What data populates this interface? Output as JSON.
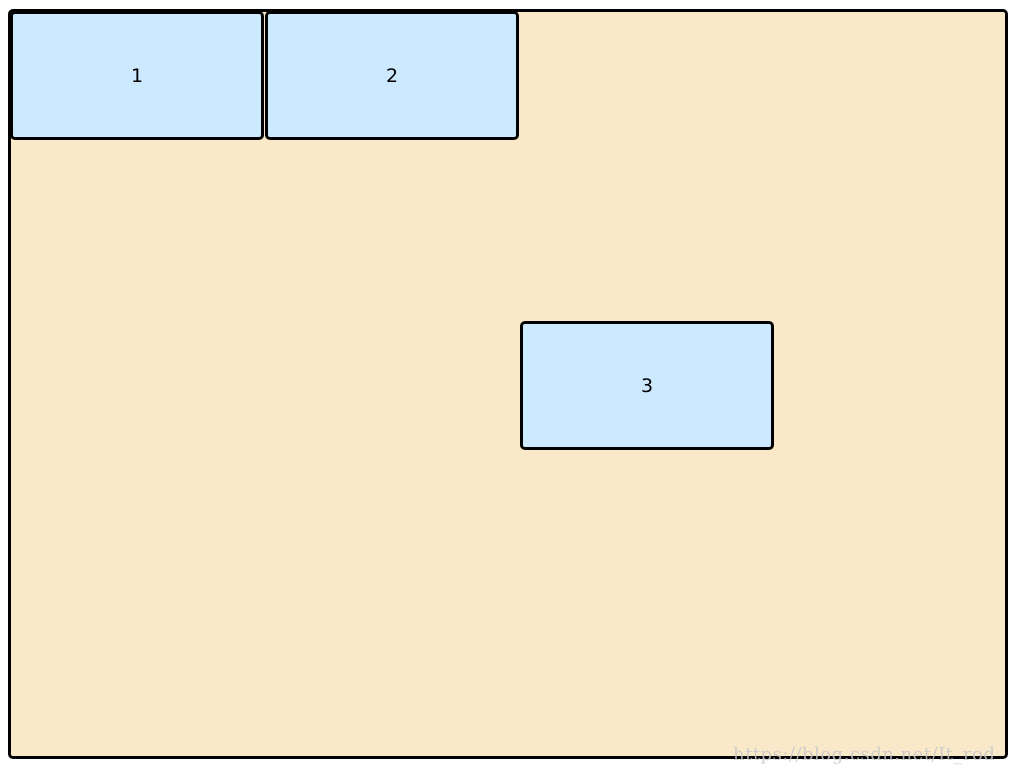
{
  "boxes": [
    {
      "label": "1"
    },
    {
      "label": "2"
    },
    {
      "label": "3"
    }
  ],
  "watermark": "https://blog.csdn.net/It_rod",
  "colors": {
    "container_background": "#fae9c8",
    "box_background": "#cde9fe",
    "border": "#000000"
  }
}
